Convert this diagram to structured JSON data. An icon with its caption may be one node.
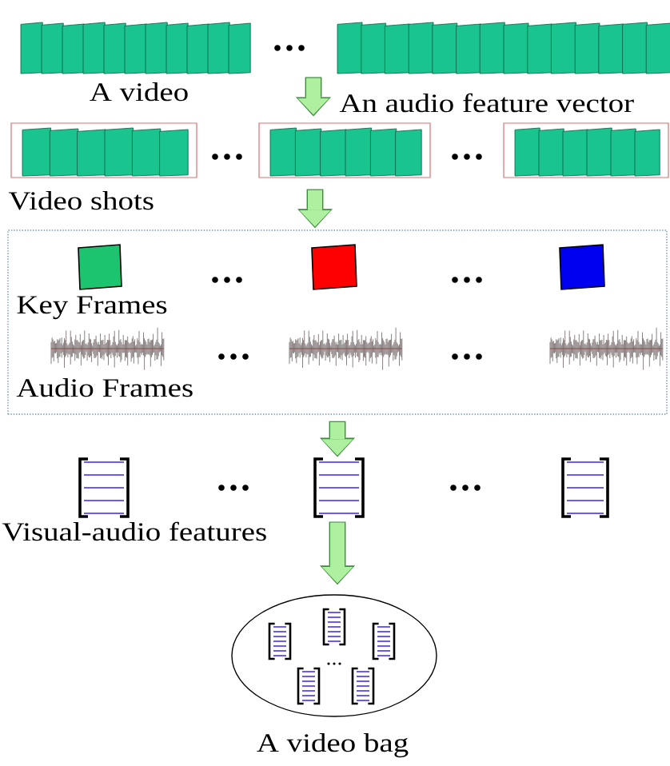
{
  "diagram": {
    "nodes": [
      {
        "text": [],
        "shape": "picture",
        "beside": [
          "A video"
        ]
      },
      {
        "text": [],
        "shape": "box",
        "beside": [
          "Video shots"
        ]
      },
      {
        "text": [],
        "shape": "box"
      },
      {
        "text": [],
        "shape": "box"
      },
      {
        "text": [
          "Key Frames",
          "Audio Frames"
        ]
      },
      {
        "text": [],
        "shape": "picture",
        "beside": [
          "Visual-audio features"
        ]
      },
      {
        "text": [],
        "shape": "picture"
      },
      {
        "text": [],
        "shape": "picture"
      },
      {
        "text": [],
        "shape": "ellipse",
        "beside": [
          "A video bag"
        ]
      }
    ],
    "edges": [
      {
        "from": 0,
        "to": 2,
        "arrow": "to"
      },
      {
        "from": 2,
        "to": 4,
        "arrow": "to"
      },
      {
        "from": 4,
        "to": 6,
        "arrow": "to"
      },
      {
        "from": 6,
        "to": 8,
        "arrow": "to"
      }
    ],
    "labels": [
      "An audio feature vector"
    ]
  }
}
